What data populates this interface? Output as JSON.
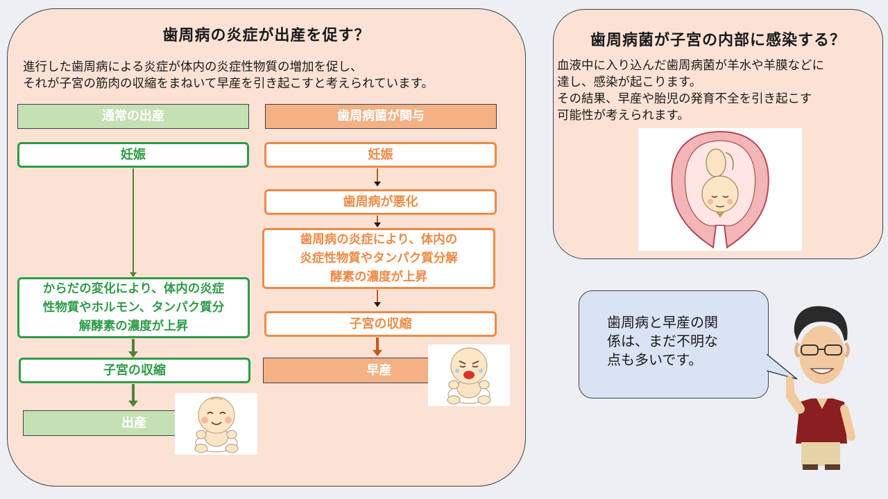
{
  "left": {
    "title": "歯周病の炎症が出産を促す？",
    "intro": "進行した歯周病による炎症が体内の炎症性物質の増加を促し、\nそれが子宮の筋肉の収縮をまねいて早産を引き起こすと考えられています。",
    "normal": {
      "header": "通常の出産",
      "steps": [
        "妊娠",
        "からだの変化により、体内の炎症\n性物質やホルモン、タンパク質分\n解酵素の濃度が上昇",
        "子宮の収縮",
        "出産"
      ]
    },
    "periodontal": {
      "header": "歯周病菌が関与",
      "steps": [
        "妊娠",
        "歯周病が悪化",
        "歯周病の炎症により、体内の\n炎症性物質やタンパク質分解\n酵素の濃度が上昇",
        "子宮の収縮",
        "早産"
      ]
    }
  },
  "right": {
    "title": "歯周病菌が子宮の内部に感染する？",
    "intro": "血液中に入り込んだ歯周病菌が羊水や羊膜などに\n達し、感染が起こります。\nその結果、早産や胎児の発育不全を引き起こす\n可能性が考えられます。"
  },
  "speech": {
    "text": "歯周病と早産の関\n係は、まだ不明な\n点も多いです。"
  },
  "colors": {
    "panel_bg": "#fbe2d5",
    "green": "#2e9b48",
    "orange": "#ee8a45",
    "bubble_bg": "#dae3f3"
  }
}
